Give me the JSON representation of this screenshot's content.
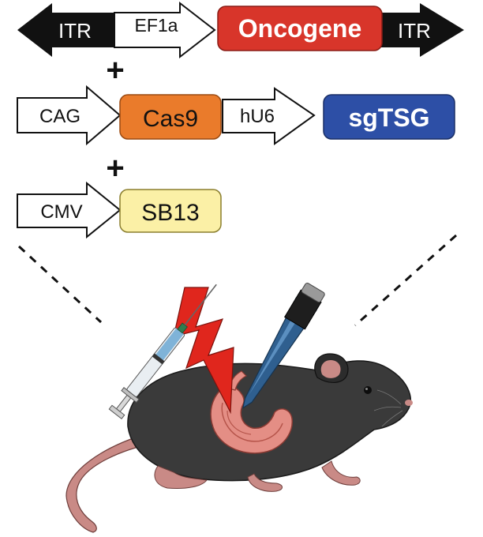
{
  "construct1": {
    "itr_left": "ITR",
    "promoter": "EF1a",
    "gene": "Oncogene",
    "itr_right": "ITR"
  },
  "operator1": "+",
  "construct2": {
    "promoter1": "CAG",
    "gene1": "Cas9",
    "promoter2": "hU6",
    "gene2": "sgTSG"
  },
  "operator2": "+",
  "construct3": {
    "promoter": "CMV",
    "gene": "SB13"
  },
  "colors": {
    "itr": "#111111",
    "oncogene": "#d8352a",
    "cas9": "#ea7b2b",
    "sgtsg": "#2d4fa6",
    "sb13": "#fbf0a6",
    "bolt": "#e0261d",
    "mouse_body": "#3a3a3a",
    "mouse_skin": "#c98a86",
    "stomach": "#e48e85",
    "needle_blue": "#2f5f8f"
  },
  "icons": [
    "syringe-icon",
    "lightning-bolt-icon",
    "forceps-electrode-icon",
    "mouse-icon",
    "stomach-icon"
  ]
}
